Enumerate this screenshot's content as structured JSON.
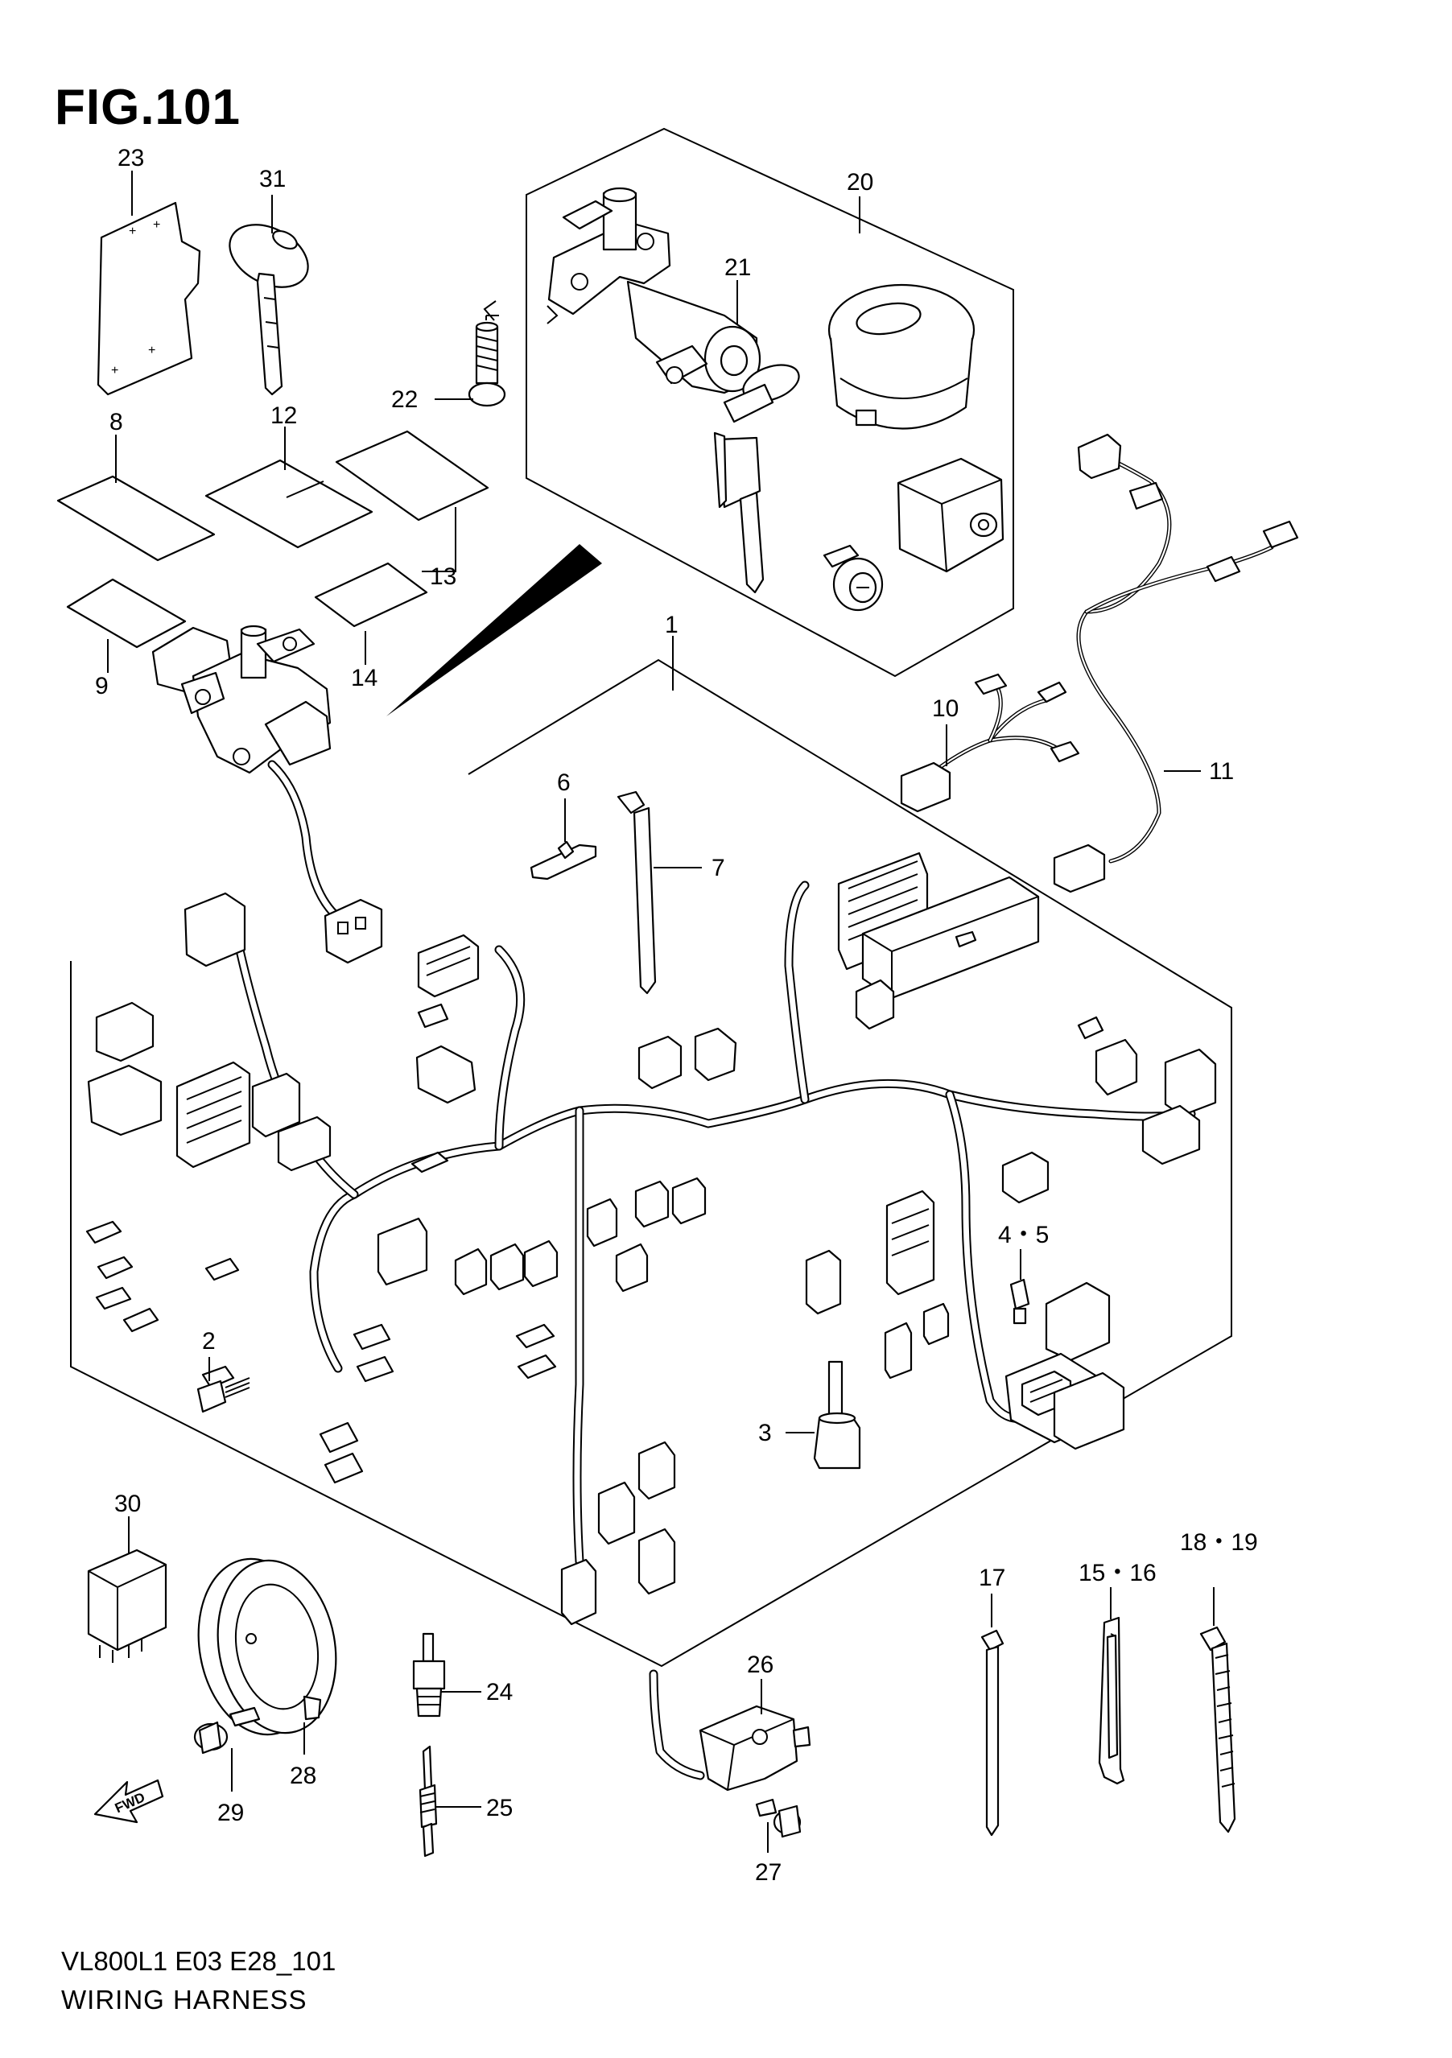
{
  "figure": {
    "title": "FIG.101",
    "model_code": "VL800L1 E03 E28_101",
    "name": "WIRING HARNESS"
  },
  "callouts": [
    {
      "id": "1",
      "label": "1"
    },
    {
      "id": "2",
      "label": "2"
    },
    {
      "id": "3",
      "label": "3"
    },
    {
      "id": "4-5",
      "label": "4・5"
    },
    {
      "id": "6",
      "label": "6"
    },
    {
      "id": "7",
      "label": "7"
    },
    {
      "id": "8",
      "label": "8"
    },
    {
      "id": "9",
      "label": "9"
    },
    {
      "id": "10",
      "label": "10"
    },
    {
      "id": "11",
      "label": "11"
    },
    {
      "id": "12",
      "label": "12"
    },
    {
      "id": "13",
      "label": "13"
    },
    {
      "id": "14",
      "label": "14"
    },
    {
      "id": "15-16",
      "label": "15・16"
    },
    {
      "id": "17",
      "label": "17"
    },
    {
      "id": "18-19",
      "label": "18・19"
    },
    {
      "id": "20",
      "label": "20"
    },
    {
      "id": "21",
      "label": "21"
    },
    {
      "id": "22",
      "label": "22"
    },
    {
      "id": "23",
      "label": "23"
    },
    {
      "id": "24",
      "label": "24"
    },
    {
      "id": "25",
      "label": "25"
    },
    {
      "id": "26",
      "label": "26"
    },
    {
      "id": "27",
      "label": "27"
    },
    {
      "id": "28",
      "label": "28"
    },
    {
      "id": "29",
      "label": "29"
    },
    {
      "id": "30",
      "label": "30"
    },
    {
      "id": "31",
      "label": "31"
    }
  ],
  "direction_marker": {
    "label": "FWD",
    "icon": "forward-arrow-icon"
  },
  "colors": {
    "line": "#000000",
    "background": "#ffffff"
  }
}
